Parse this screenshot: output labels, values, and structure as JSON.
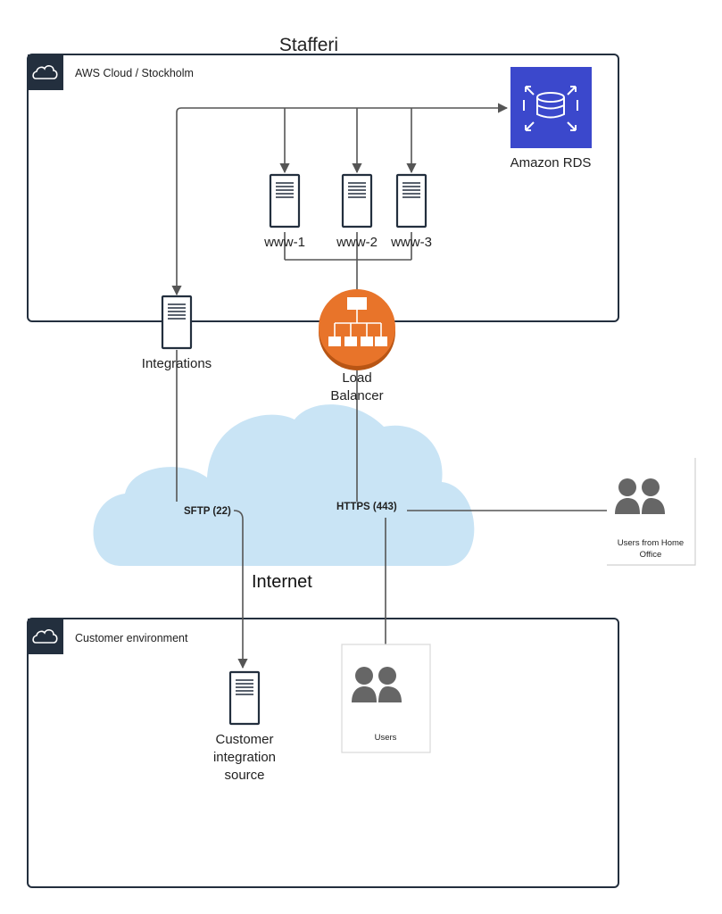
{
  "title": "Stafferi",
  "groups": {
    "aws": {
      "label": "AWS Cloud / Stockholm"
    },
    "customer": {
      "label": "Customer environment"
    }
  },
  "nodes": {
    "rds": "Amazon RDS",
    "www1": "www-1",
    "www2": "www-2",
    "www3": "www-3",
    "integrations": "Integrations",
    "load_balancer": {
      "line1": "Load",
      "line2": "Balancer"
    },
    "customer_source": {
      "line1": "Customer",
      "line2": "integration",
      "line3": "source"
    },
    "home_users": {
      "line1": "Users from Home",
      "line2": "Office"
    },
    "users": "Users"
  },
  "internet": "Internet",
  "connections": {
    "sftp": "SFTP (22)",
    "https": "HTTPS (443)"
  },
  "colors": {
    "aws_dark": "#232f3e",
    "rds": "#3b48cc",
    "load_balancer": "#e8742a",
    "cloud": "#c9e4f5",
    "users_icon": "#666666"
  },
  "icons": [
    "cloud-icon",
    "rds-icon",
    "server-icon",
    "load-balancer-icon",
    "users-icon"
  ]
}
